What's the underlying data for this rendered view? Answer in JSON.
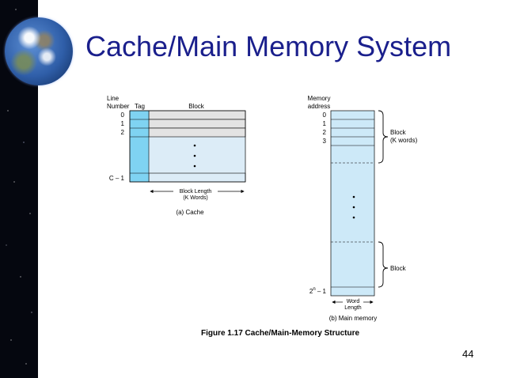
{
  "slide": {
    "title": "Cache/Main Memory System",
    "page_number": "44"
  },
  "cache": {
    "header_line": "Line",
    "header_number": "Number",
    "header_tag": "Tag",
    "header_block": "Block",
    "line_labels": [
      "0",
      "1",
      "2"
    ],
    "last_line_label": "C – 1",
    "block_length_label": "Block Length",
    "block_length_units": "(K Words)",
    "caption": "(a) Cache"
  },
  "main_memory": {
    "header_memory": "Memory",
    "header_address": "address",
    "address_labels": [
      "0",
      "1",
      "2",
      "3"
    ],
    "last_address_base": "2",
    "last_address_exponent": "n",
    "last_address_suffix": " – 1",
    "block_label": "Block",
    "block_words_label": "(K words)",
    "block_label_2": "Block",
    "word_length_line1": "Word",
    "word_length_line2": "Length",
    "caption": "(b) Main memory"
  },
  "figure_caption": "Figure 1.17  Cache/Main-Memory Structure",
  "colors": {
    "title": "#1a1f8c",
    "tag_column": "#7fd3f2",
    "block_fill": "#dcecf7",
    "gray_row": "#e3e3e3",
    "memory_fill": "#cde9f8"
  }
}
